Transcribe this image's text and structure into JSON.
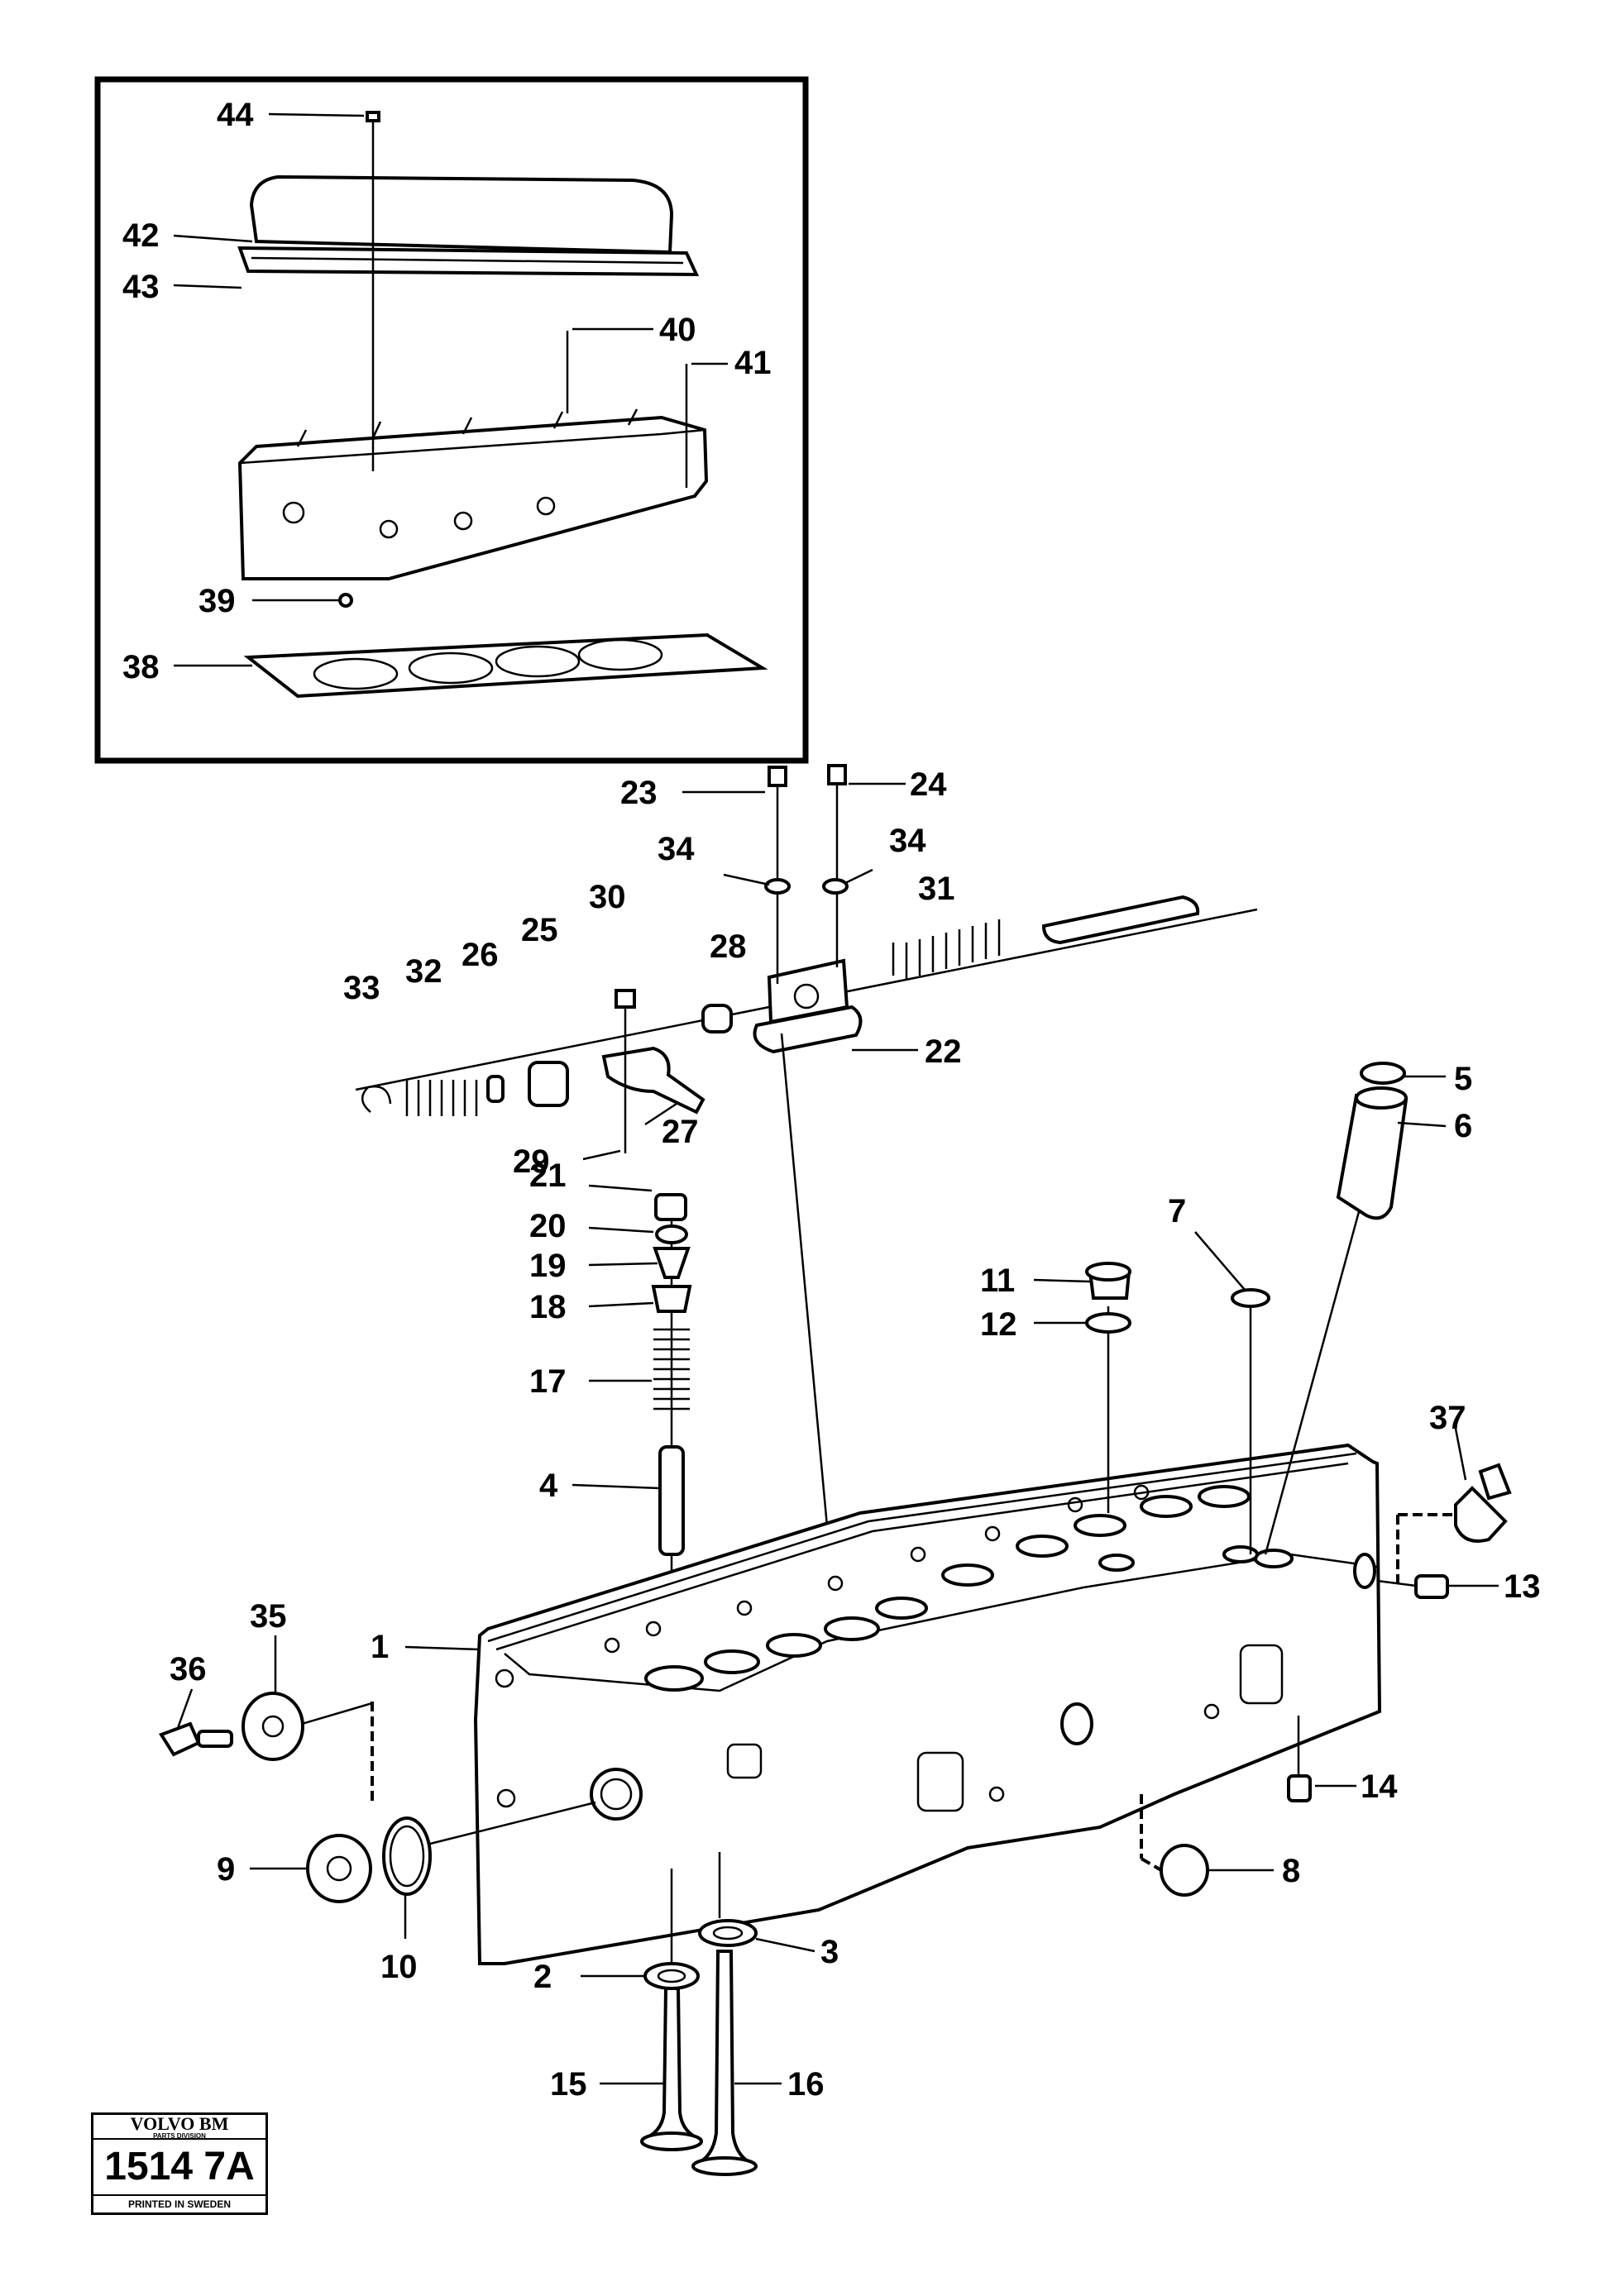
{
  "labels": {
    "l1": "1",
    "l2": "2",
    "l3": "3",
    "l4": "4",
    "l5": "5",
    "l6": "6",
    "l7": "7",
    "l8": "8",
    "l9": "9",
    "l10": "10",
    "l11": "11",
    "l12": "12",
    "l13": "13",
    "l14": "14",
    "l15": "15",
    "l16": "16",
    "l17": "17",
    "l18": "18",
    "l19": "19",
    "l20": "20",
    "l21": "21",
    "l22": "22",
    "l23": "23",
    "l24": "24",
    "l25": "25",
    "l26": "26",
    "l27": "27",
    "l28": "28",
    "l29": "29",
    "l30": "30",
    "l31": "31",
    "l32": "32",
    "l33": "33",
    "l34a": "34",
    "l34b": "34",
    "l35": "35",
    "l36": "36",
    "l37": "37",
    "l38": "38",
    "l39": "39",
    "l40": "40",
    "l41": "41",
    "l42": "42",
    "l43": "43",
    "l44": "44"
  },
  "stamp": {
    "brand": "VOLVO BM",
    "division": "PARTS DIVISION",
    "code": "1514 7A",
    "printed": "PRINTED IN SWEDEN"
  }
}
